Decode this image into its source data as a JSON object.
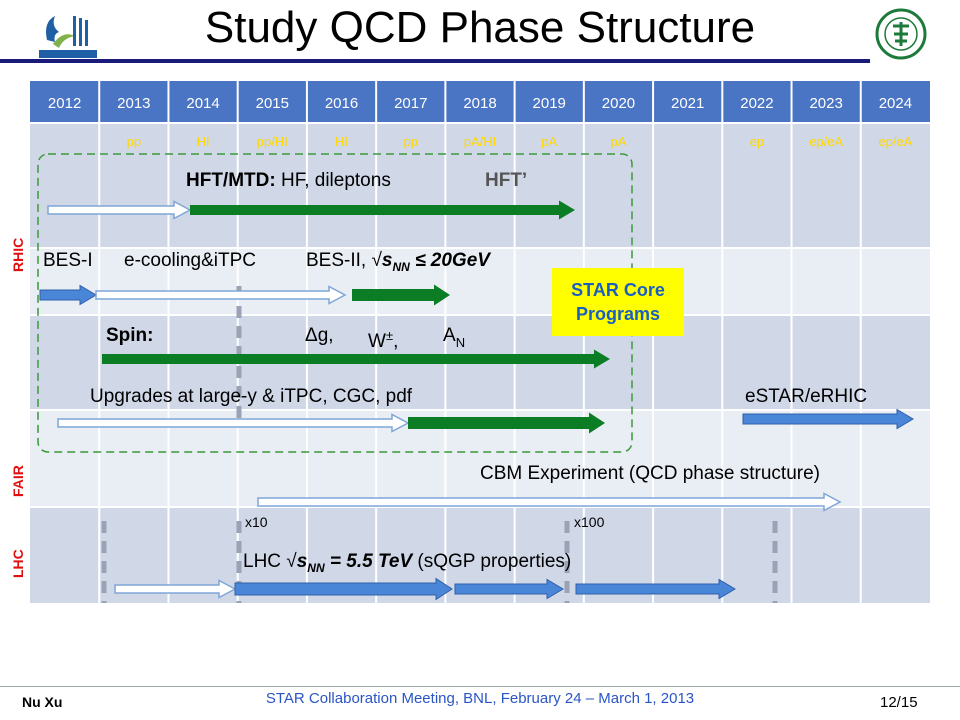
{
  "title": "Study QCD Phase Structure",
  "years": [
    "2012",
    "2013",
    "2014",
    "2015",
    "2016",
    "2017",
    "2018",
    "2019",
    "2020",
    "2021",
    "2022",
    "2023",
    "2024"
  ],
  "beams": [
    "pp",
    "HI",
    "pp/HI",
    "HI",
    "pp",
    "pA/HI",
    "pA",
    "pA",
    "",
    "ep",
    "ep/eA",
    "ep/eA"
  ],
  "sections": {
    "rhic": "RHIC",
    "fair": "FAIR",
    "lhc": "LHC"
  },
  "labels": {
    "hft_bold": "HFT/MTD:",
    "hft_rest": " HF, dileptons",
    "hft_prime": "HFT’",
    "bes1": "BES-I",
    "ecool": "e-cooling&iTPC",
    "bes2_prefix": "BES-II, √",
    "bes2_s": "s",
    "bes2_sub": "NN",
    "bes2_suffix": " ≤ 20GeV",
    "spin_bold": "Spin:",
    "dg": "Δg,",
    "w_main": "W",
    "w_sup": "±",
    "w_comma": ",",
    "an_main": "A",
    "an_sub": "N",
    "upgrades": "Upgrades at large-y & iTPC,   CGC, pdf",
    "estar": "eSTAR/eRHIC",
    "cbm": "CBM Experiment (QCD phase structure)",
    "x10": "x10",
    "x100": "x100",
    "lhc_prefix": "LHC √",
    "lhc_s": "s",
    "lhc_sub": "NN",
    "lhc_value": " = 5.5 TeV",
    "lhc_suffix": "   (sQGP properties)"
  },
  "star_core": {
    "line1": "STAR Core",
    "line2": "Programs"
  },
  "footer": {
    "author": "Nu Xu",
    "meeting": "STAR Collaboration Meeting, BNL, February 24 – March 1, 2013",
    "page": "12/15"
  },
  "colors": {
    "header_blue": "#4a74c4",
    "row_dark": "#d0d8e8",
    "row_light": "#e9edf4",
    "green_arrow": "#0b7d25",
    "blue_arrow": "#4a86d8",
    "yellow_box": "#ffff00",
    "beam_text": "#ffd700"
  }
}
